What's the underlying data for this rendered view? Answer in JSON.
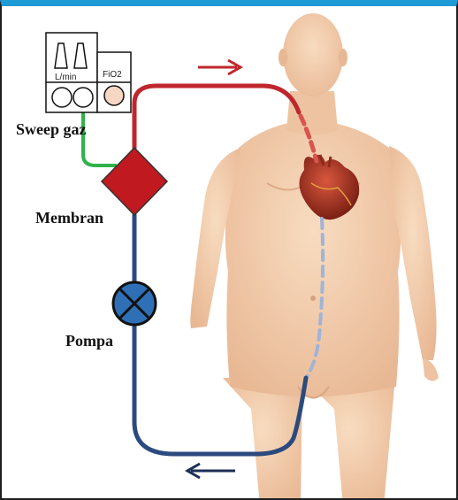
{
  "labels": {
    "sweep_gas": "Sweep gaz",
    "membrane": "Membran",
    "pump": "Pompa",
    "flow_unit": "L/min",
    "fio2": "FiO2"
  },
  "colors": {
    "top_bar": "#1e9bd7",
    "oxygenated_line": "#c0262d",
    "deoxygenated_line": "#2b4a7e",
    "sweep_line": "#2fb34a",
    "membrane_fill": "#c0191f",
    "pump_fill": "#2f6fb5",
    "skin": "#f3cfae"
  },
  "icons": {
    "membrane": "diamond-oxygenator-icon",
    "pump": "circle-x-pump-icon",
    "flowmeter": "gas-blender-icon",
    "heart": "heart-icon",
    "arrow_out": "right-arrow-icon",
    "arrow_in": "left-arrow-icon"
  }
}
